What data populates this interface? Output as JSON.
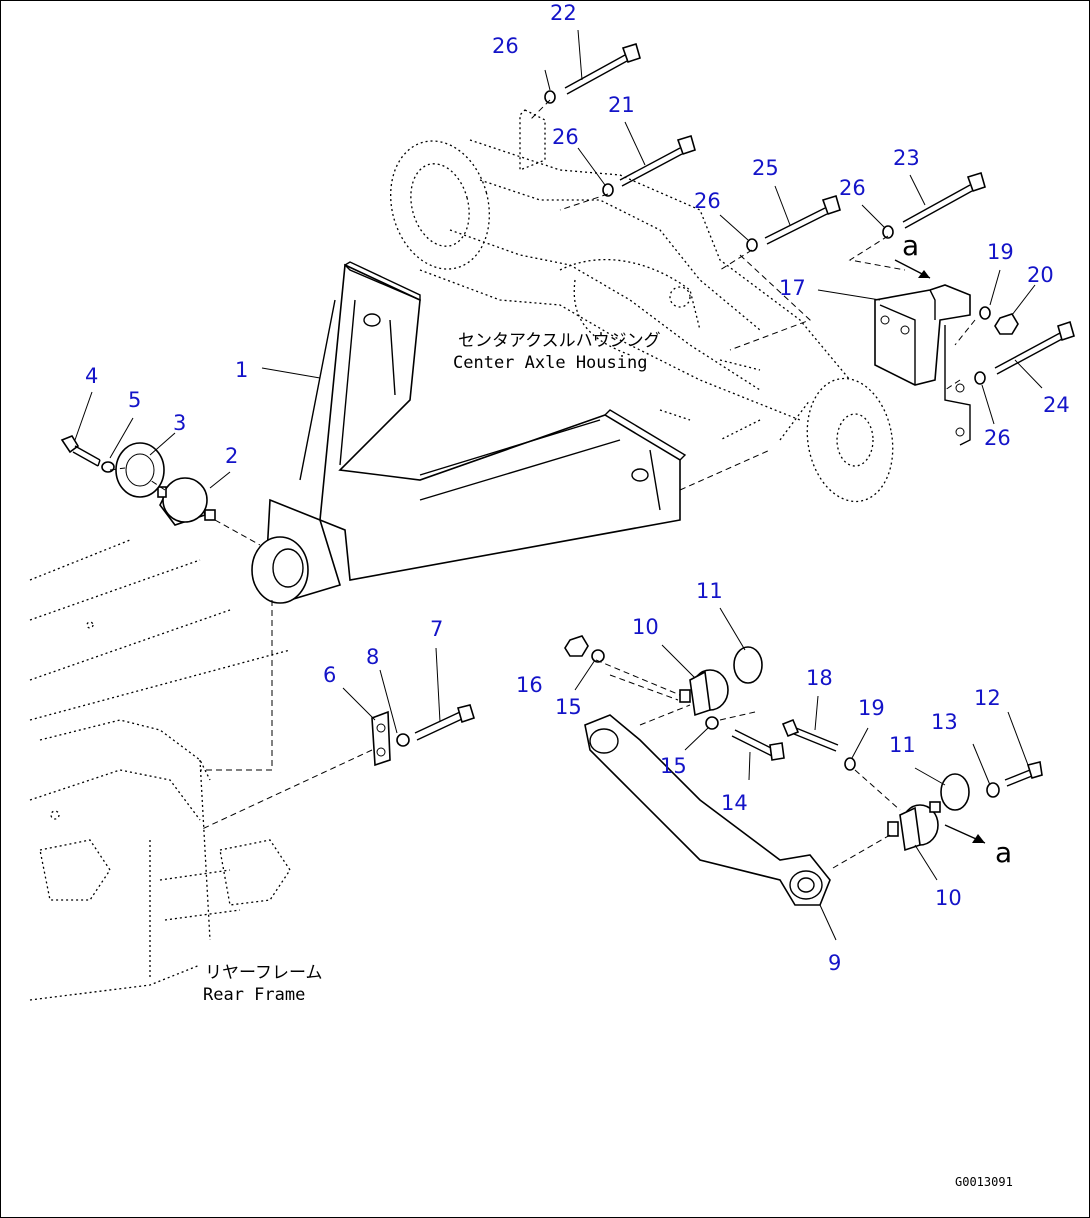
{
  "labels": {
    "center_axle_jp": "センタアクスルハウジング",
    "center_axle_en": "Center Axle Housing",
    "rear_frame_jp": "リヤーフレーム",
    "rear_frame_en": "Rear Frame",
    "drawing_ref": "G0013091",
    "arrow_a_top": "a",
    "arrow_a_bottom": "a"
  },
  "callouts": [
    {
      "id": "c1",
      "text": "1"
    },
    {
      "id": "c2",
      "text": "2"
    },
    {
      "id": "c3",
      "text": "3"
    },
    {
      "id": "c4",
      "text": "4"
    },
    {
      "id": "c5",
      "text": "5"
    },
    {
      "id": "c6",
      "text": "6"
    },
    {
      "id": "c7",
      "text": "7"
    },
    {
      "id": "c8",
      "text": "8"
    },
    {
      "id": "c9",
      "text": "9"
    },
    {
      "id": "c10a",
      "text": "10"
    },
    {
      "id": "c10b",
      "text": "10"
    },
    {
      "id": "c11a",
      "text": "11"
    },
    {
      "id": "c11b",
      "text": "11"
    },
    {
      "id": "c12",
      "text": "12"
    },
    {
      "id": "c13",
      "text": "13"
    },
    {
      "id": "c14",
      "text": "14"
    },
    {
      "id": "c15a",
      "text": "15"
    },
    {
      "id": "c15b",
      "text": "15"
    },
    {
      "id": "c16",
      "text": "16"
    },
    {
      "id": "c17",
      "text": "17"
    },
    {
      "id": "c18",
      "text": "18"
    },
    {
      "id": "c19a",
      "text": "19"
    },
    {
      "id": "c19b",
      "text": "19"
    },
    {
      "id": "c20",
      "text": "20"
    },
    {
      "id": "c21",
      "text": "21"
    },
    {
      "id": "c22",
      "text": "22"
    },
    {
      "id": "c23",
      "text": "23"
    },
    {
      "id": "c24",
      "text": "24"
    },
    {
      "id": "c25",
      "text": "25"
    },
    {
      "id": "c26a",
      "text": "26"
    },
    {
      "id": "c26b",
      "text": "26"
    },
    {
      "id": "c26c",
      "text": "26"
    },
    {
      "id": "c26d",
      "text": "26"
    },
    {
      "id": "c26e",
      "text": "26"
    }
  ]
}
